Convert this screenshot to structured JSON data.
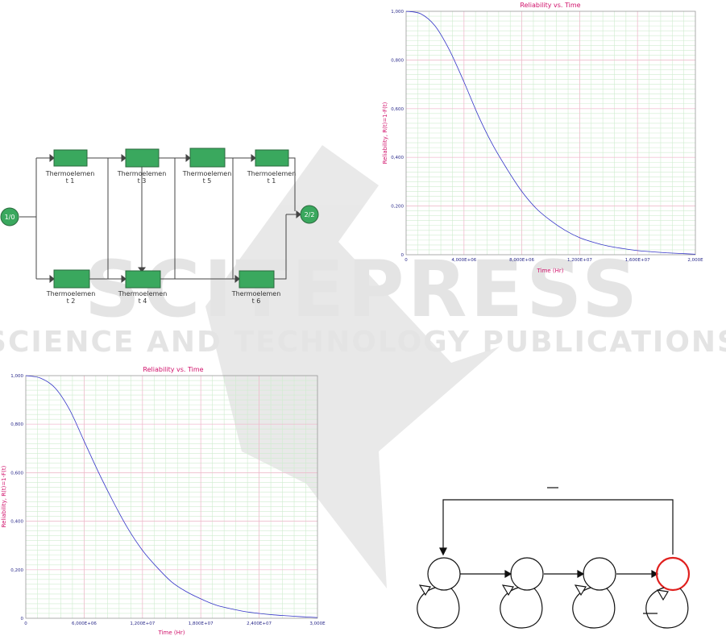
{
  "watermark": {
    "brand": "SCITEPRESS",
    "tagline": "SCIENCE AND TECHNOLOGY PUBLICATIONS"
  },
  "rbd": {
    "source_node": "1/0",
    "sink_node": "2/2",
    "blocks": [
      {
        "id": "b1",
        "name_line1": "Thermoelemen",
        "name_line2": "t 1"
      },
      {
        "id": "b2",
        "name_line1": "Thermoelemen",
        "name_line2": "t 3"
      },
      {
        "id": "b3",
        "name_line1": "Thermoelemen",
        "name_line2": "t 5"
      },
      {
        "id": "b4",
        "name_line1": "Thermoelemen",
        "name_line2": "t 1"
      },
      {
        "id": "b5",
        "name_line1": "Thermoelemen",
        "name_line2": "t 2"
      },
      {
        "id": "b6",
        "name_line1": "Thermoelemen",
        "name_line2": "t 4"
      },
      {
        "id": "b7",
        "name_line1": "Thermoelemen",
        "name_line2": "t 6"
      }
    ]
  },
  "chart_data": [
    {
      "type": "line",
      "title": "Reliability vs. Time",
      "xlabel": "Time (Hr)",
      "ylabel": "Reliability, R(t)=1-F(t)",
      "xlim": [
        0,
        20000000
      ],
      "ylim": [
        0,
        1
      ],
      "grid": true,
      "xticks": [
        "0",
        "4,000E+06",
        "8,000E+06",
        "1,200E+07",
        "1,600E+07",
        "2,000E"
      ],
      "yticks": [
        "0",
        "0,200",
        "0,400",
        "0,600",
        "0,800",
        "1,000"
      ],
      "series": [
        {
          "x": [
            0,
            1000000,
            2000000,
            3000000,
            4000000,
            5000000,
            6000000,
            7000000,
            8000000,
            9000000,
            10000000,
            11000000,
            12000000,
            13000000,
            14000000,
            15000000,
            16000000,
            17000000,
            18000000,
            19000000,
            20000000
          ],
          "y": [
            1.0,
            0.99,
            0.94,
            0.84,
            0.71,
            0.57,
            0.45,
            0.35,
            0.26,
            0.19,
            0.14,
            0.1,
            0.07,
            0.05,
            0.035,
            0.025,
            0.017,
            0.012,
            0.008,
            0.005,
            0.002
          ]
        }
      ]
    },
    {
      "type": "line",
      "title": "Reliability vs. Time",
      "xlabel": "Time (Hr)",
      "ylabel": "Reliability, R(t)=1-F(t)",
      "xlim": [
        0,
        30000000
      ],
      "ylim": [
        0,
        1
      ],
      "grid": true,
      "xticks": [
        "0",
        "6,000E+06",
        "1,200E+07",
        "1,800E+07",
        "2,400E+07",
        "3,000E"
      ],
      "yticks": [
        "0",
        "0,200",
        "0,400",
        "0,600",
        "0,800",
        "1,000"
      ],
      "series": [
        {
          "x": [
            0,
            1500000,
            3000000,
            4500000,
            6000000,
            7500000,
            9000000,
            10500000,
            12000000,
            13500000,
            15000000,
            16500000,
            18000000,
            19500000,
            21000000,
            22500000,
            24000000,
            25500000,
            27000000,
            28500000,
            30000000
          ],
          "y": [
            1.0,
            0.99,
            0.95,
            0.86,
            0.73,
            0.6,
            0.48,
            0.37,
            0.28,
            0.21,
            0.15,
            0.11,
            0.08,
            0.055,
            0.04,
            0.028,
            0.02,
            0.014,
            0.01,
            0.006,
            0.003
          ]
        }
      ]
    }
  ]
}
